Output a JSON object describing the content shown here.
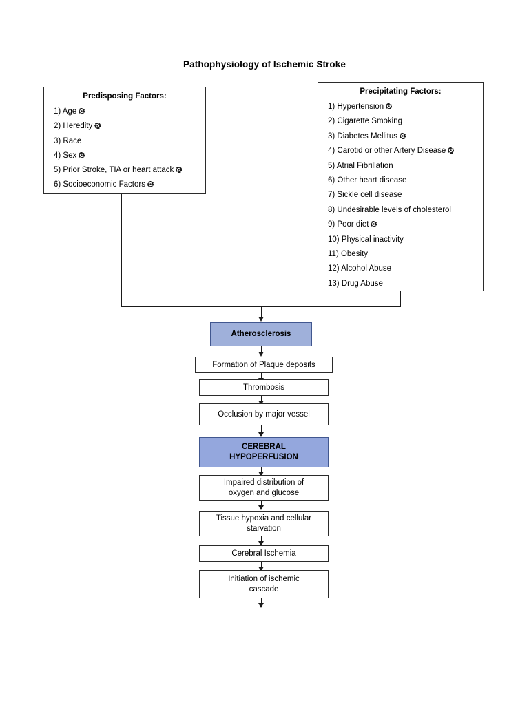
{
  "title": "Pathophysiology of Ischemic Stroke",
  "icon_name": "gear-marker-icon",
  "colors": {
    "accent_light": "#9fb0da",
    "accent_strong": "#94a7dd",
    "border": "#2b2b2b",
    "accent_border": "#41578f"
  },
  "predisposing": {
    "heading": "Predisposing Factors:",
    "items": [
      {
        "label": "1) Age",
        "marker": true
      },
      {
        "label": "2) Heredity",
        "marker": true
      },
      {
        "label": "3) Race",
        "marker": false
      },
      {
        "label": "4) Sex",
        "marker": true
      },
      {
        "label": "5) Prior Stroke, TIA or heart attack",
        "marker": true
      },
      {
        "label": "6) Socioeconomic Factors",
        "marker": true
      }
    ]
  },
  "precipitating": {
    "heading": "Precipitating Factors:",
    "items": [
      {
        "label": "1) Hypertension",
        "marker": true
      },
      {
        "label": "2) Cigarette Smoking",
        "marker": false
      },
      {
        "label": "3) Diabetes Mellitus",
        "marker": true
      },
      {
        "label": "4) Carotid or other Artery Disease",
        "marker": true
      },
      {
        "label": "5) Atrial Fibrillation",
        "marker": false
      },
      {
        "label": "6) Other heart disease",
        "marker": false
      },
      {
        "label": "7) Sickle cell disease",
        "marker": false
      },
      {
        "label": "8) Undesirable levels of cholesterol",
        "marker": false
      },
      {
        "label": "9) Poor diet",
        "marker": true
      },
      {
        "label": "10) Physical inactivity",
        "marker": false
      },
      {
        "label": "11) Obesity",
        "marker": false
      },
      {
        "label": "12) Alcohol Abuse",
        "marker": false
      },
      {
        "label": "13) Drug Abuse",
        "marker": false
      }
    ]
  },
  "flow": {
    "atherosclerosis": "Atherosclerosis",
    "plaque": "Formation of Plaque deposits",
    "thrombosis": "Thrombosis",
    "occlusion": "Occlusion by major vessel",
    "hypoperfusion_line1": "CEREBRAL",
    "hypoperfusion_line2": "HYPOPERFUSION",
    "impaired_line1": "Impaired distribution of",
    "impaired_line2": "oxygen and glucose",
    "hypoxia_line1": "Tissue hypoxia and cellular",
    "hypoxia_line2": "starvation",
    "ischemia": "Cerebral Ischemia",
    "cascade_line1": "Initiation of ischemic",
    "cascade_line2": "cascade"
  }
}
